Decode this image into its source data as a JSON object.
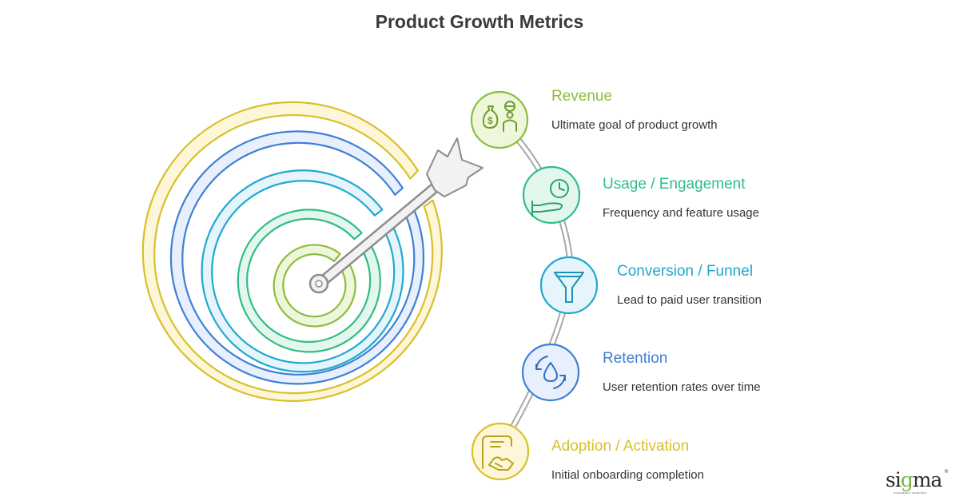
{
  "title": "Product Growth Metrics",
  "colors": {
    "revenue": "#8dbd3c",
    "usage": "#2fbd86",
    "conversion": "#1fa9d0",
    "retention": "#3f7fd6",
    "adoption": "#d7c12b",
    "arrow": "#8a8a8a",
    "connector": "#a5a5a5"
  },
  "metrics": [
    {
      "id": "revenue",
      "title": "Revenue",
      "description": "Ultimate goal of product growth",
      "icon": "money-bag-person-icon"
    },
    {
      "id": "usage",
      "title": "Usage / Engagement",
      "description": "Frequency and feature usage",
      "icon": "clock-hand-icon"
    },
    {
      "id": "conversion",
      "title": "Conversion / Funnel",
      "description": "Lead to paid user transition",
      "icon": "funnel-icon"
    },
    {
      "id": "retention",
      "title": "Retention",
      "description": "User retention rates over time",
      "icon": "droplet-cycle-icon"
    },
    {
      "id": "adoption",
      "title": "Adoption / Activation",
      "description": "Initial onboarding completion",
      "icon": "document-handshake-icon"
    }
  ],
  "logo": {
    "text_pre": "si",
    "text_hl": "g",
    "text_post": "ma",
    "tagline": "innovation unlimited",
    "reg": "®"
  }
}
